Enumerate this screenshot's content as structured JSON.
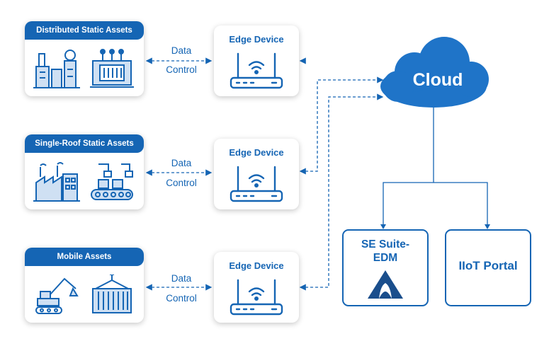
{
  "colors": {
    "primary": "#1565b4",
    "cloud": "#1f74c8",
    "edm_logo": "#1a4e8c"
  },
  "asset_groups": [
    {
      "title": "Distributed Static Assets",
      "icons": [
        "factory-icon",
        "transformer-icon"
      ]
    },
    {
      "title": "Single-Roof Static Assets",
      "icons": [
        "industrial-plant-icon",
        "conveyor-robot-icon"
      ]
    },
    {
      "title": "Mobile Assets",
      "icons": [
        "excavator-icon",
        "shipping-container-icon"
      ]
    }
  ],
  "edge_devices": [
    {
      "title": "Edge Device",
      "icon": "router-icon"
    },
    {
      "title": "Edge Device",
      "icon": "router-icon"
    },
    {
      "title": "Edge Device",
      "icon": "router-icon"
    }
  ],
  "links": [
    {
      "data_label": "Data",
      "control_label": "Control"
    },
    {
      "data_label": "Data",
      "control_label": "Control"
    },
    {
      "data_label": "Data",
      "control_label": "Control"
    }
  ],
  "cloud": {
    "label": "Cloud",
    "icon": "cloud-icon"
  },
  "destinations": [
    {
      "title_line1": "SE Suite-",
      "title_line2": "EDM",
      "icon": "edm-logo-icon"
    },
    {
      "title": "IIoT Portal"
    }
  ]
}
